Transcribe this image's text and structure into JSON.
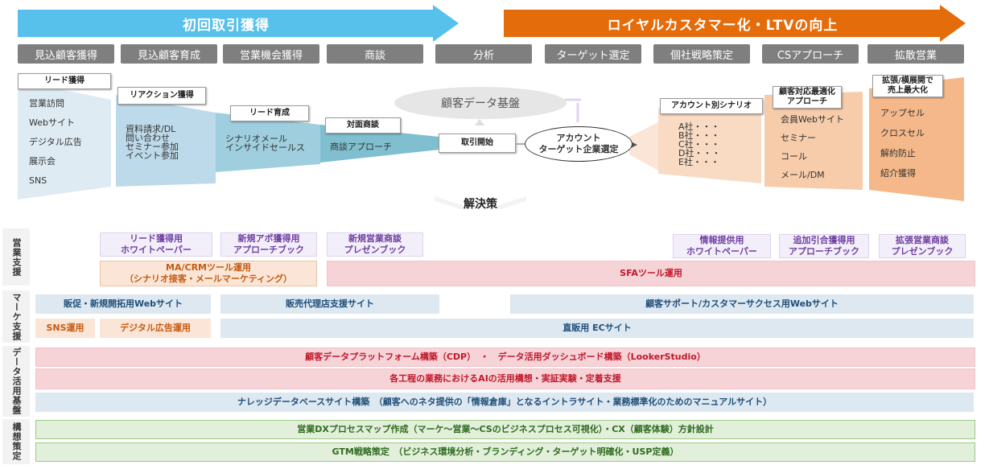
{
  "phases": [
    {
      "label": "初回取引獲得",
      "color": "#57c1ec"
    },
    {
      "label": "ロイヤルカスタマー化・LTVの向上",
      "color": "#e46c0a"
    }
  ],
  "stages": [
    "見込顧客獲得",
    "見込顧客育成",
    "営業機会獲得",
    "商談",
    "分析",
    "ターゲット選定",
    "個社戦略策定",
    "CSアプローチ",
    "拡散営業"
  ],
  "flow": {
    "lead": {
      "title": "リード獲得",
      "items": [
        "営業訪問",
        "Webサイト",
        "デジタル広告",
        "展示会",
        "SNS"
      ]
    },
    "reaction": {
      "title": "リアクション獲得",
      "items": [
        "資料請求/DL",
        "問い合わせ",
        "セミナー参加",
        "イベント参加"
      ]
    },
    "nurture": {
      "title": "リード育成",
      "items": [
        "シナリオメール",
        "インサイドセールス"
      ]
    },
    "meeting": {
      "title": "対面商談",
      "items": [
        "商談アプローチ"
      ]
    },
    "deal_start": "取引開始",
    "customer_data": "顧客データ基盤",
    "account_target": {
      "line1": "アカウント",
      "line2": "ターゲット企業選定"
    },
    "scenario": {
      "title": "アカウント別シナリオ",
      "items": [
        "A社・・・",
        "B社・・・",
        "C社・・・",
        "D社・・・",
        "E社・・・"
      ]
    },
    "approach": {
      "title": "顧客対応最適化\nアプローチ",
      "items": [
        "会員Webサイト",
        "セミナー",
        "コール",
        "メール/DM"
      ]
    },
    "expand": {
      "title": "拡張/横展開で\n売上最大化",
      "items": [
        "アップセル",
        "クロスセル",
        "解約防止",
        "紹介獲得"
      ]
    }
  },
  "solution_label": "解決策",
  "sections": {
    "sales_support": "営業支援",
    "marketing_support": "マーケ支援",
    "data_platform": "データ活用基盤",
    "concept": "構想策定"
  },
  "sales_support": {
    "whitepaper_lead": "リード獲得用\nホワイトペーパー",
    "approach_book": "新規アポ獲得用\nアプローチブック",
    "presen_book": "新規営業商談\nプレゼンブック",
    "whitepaper_info": "情報提供用\nホワイトペーパー",
    "approach_book2": "追加引合獲得用\nアプローチブック",
    "presen_book2": "拡張営業商談\nプレゼンブック",
    "ma_crm": "MA/CRMツール運用\n（シナリオ接客・メールマーケティング）",
    "sfa": "SFAツール運用"
  },
  "marketing_support": {
    "promo_site": "販促・新規開拓用Webサイト",
    "agency_site": "販売代理店支援サイト",
    "cs_site": "顧客サポート/カスタマーサクセス用Webサイト",
    "sns": "SNS運用",
    "digital_ad": "デジタル広告運用",
    "ec_site": "直販用 ECサイト"
  },
  "data_platform": {
    "cdp": "顧客データプラットフォーム構築（CDP）　・　データ活用ダッシュボード構築（LookerStudio）",
    "ai": "各工程の業務におけるAIの活用構想・実証実験・定着支援",
    "knowledge": "ナレッジデータベースサイト構築　（顧客へのネタ提供の「情報倉庫」となるイントラサイト・業務標準化のためのマニュアルサイト）"
  },
  "concept": {
    "dx_map": "営業DXプロセスマップ作成（マーケ～営業～CSのビジネスプロセス可視化）・CX（顧客体験）方針設計",
    "gtm": "GTM戦略策定　（ビジネス環境分析・ブランディング・ターゲット明確化・USP定義）"
  }
}
